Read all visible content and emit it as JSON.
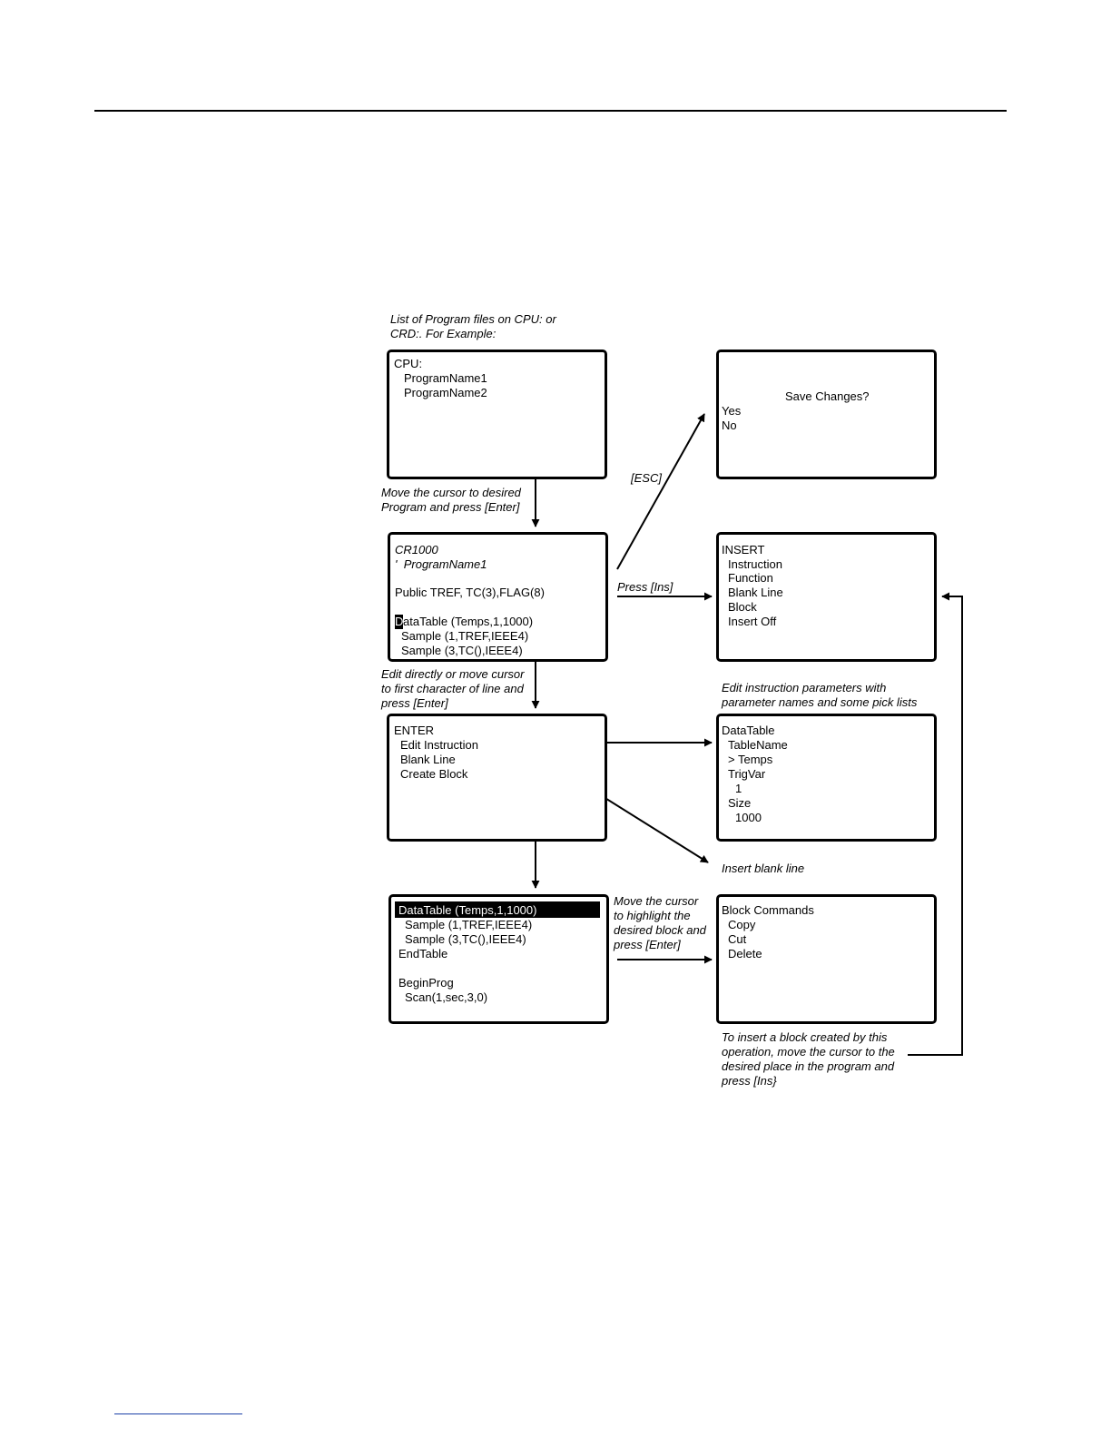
{
  "notes": {
    "program_list": "List of Program files on CPU: or\nCRD:. For Example:",
    "move_cursor_enter": "Move the cursor to desired\nProgram and press [Enter]",
    "esc": "[ESC]",
    "press_ins": "Press [Ins]",
    "edit_directly": "Edit directly or move cursor\nto first character of line and\npress [Enter]",
    "edit_params": "Edit instruction parameters with\nparameter names and some pick lists",
    "insert_blank": "Insert blank line",
    "highlight_block": "Move the cursor\nto highlight the\ndesired block and\npress [Enter]",
    "insert_block": "To insert a block created by this\noperation, move the cursor to the\ndesired place in the program and\npress [Ins}"
  },
  "screens": {
    "cpu": {
      "title": "CPU:",
      "items": [
        "ProgramName1",
        "ProgramName2"
      ]
    },
    "save": {
      "title": "Save Changes?",
      "options": [
        "Yes",
        "No"
      ]
    },
    "editor": {
      "model": "CR1000",
      "comment_mark": "'",
      "comment": "ProgramName1",
      "public": "Public TREF, TC(3),FLAG(8)",
      "cursor_char": "D",
      "datatable_rest": "ataTable (Temps,1,1000)",
      "sample1": "Sample (1,TREF,IEEE4)",
      "sample2": "Sample (3,TC(),IEEE4)"
    },
    "insert": {
      "title": "INSERT",
      "items": [
        "Instruction",
        "Function",
        "Blank Line",
        "Block",
        "Insert Off"
      ]
    },
    "enter": {
      "title": "ENTER",
      "items": [
        "Edit Instruction",
        "Blank Line",
        "Create Block"
      ]
    },
    "datatable": {
      "title": "DataTable",
      "lines": [
        "TableName",
        "> Temps",
        "TrigVar",
        "1",
        "Size",
        "1000"
      ]
    },
    "block_select": {
      "highlighted": "DataTable (Temps,1,1000)",
      "lines": [
        "Sample (1,TREF,IEEE4)",
        "Sample (3,TC(),IEEE4)",
        "EndTable",
        "BeginProg",
        "Scan(1,sec,3,0)"
      ]
    },
    "block_commands": {
      "title": "Block Commands",
      "items": [
        "Copy",
        "Cut",
        "Delete"
      ]
    }
  }
}
